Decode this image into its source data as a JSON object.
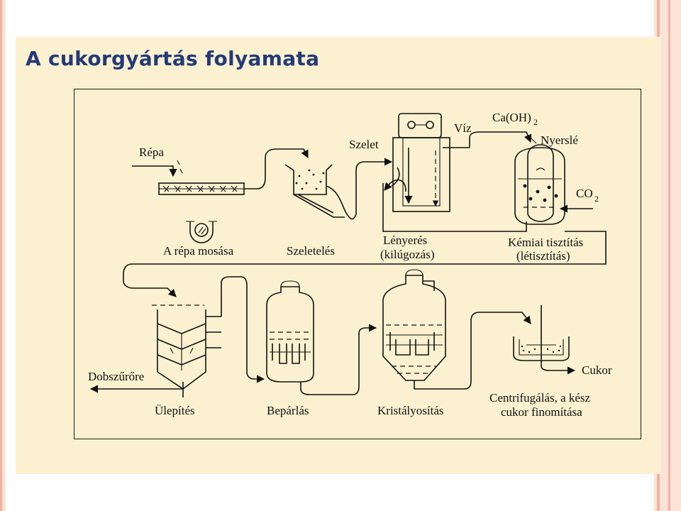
{
  "title": "A cukorgyártás folyamata",
  "labels": {
    "repa": "Répa",
    "repa_mosasa": "A répa mosása",
    "szeleteles": "Szeletelés",
    "szelet": "Szelet",
    "viz": "Víz",
    "ca_oh2": "Ca(OH)",
    "ca_oh2_sub": "2",
    "nyersle": "Nyerslé",
    "co2": "CO",
    "co2_sub": "2",
    "lenyeres": "Lényerés",
    "kilugozas": "(kilúgozás)",
    "kemiai_tisztitas": "Kémiai tisztítás",
    "letisztitas": "(létisztítás)",
    "dobszurore": "Dobszűrőre",
    "ulepites": "Ülepítés",
    "beparlas": "Bepárlás",
    "kristalyositas": "Kristályosítás",
    "cukor": "Cukor",
    "centrifugalas_1": "Centrifugálás, a kész",
    "centrifugalas_2": "cukor finomítása"
  },
  "colors": {
    "background": "#fce3d8",
    "panel": "#fbf1d0",
    "title": "#243a78",
    "line": "#111111"
  }
}
